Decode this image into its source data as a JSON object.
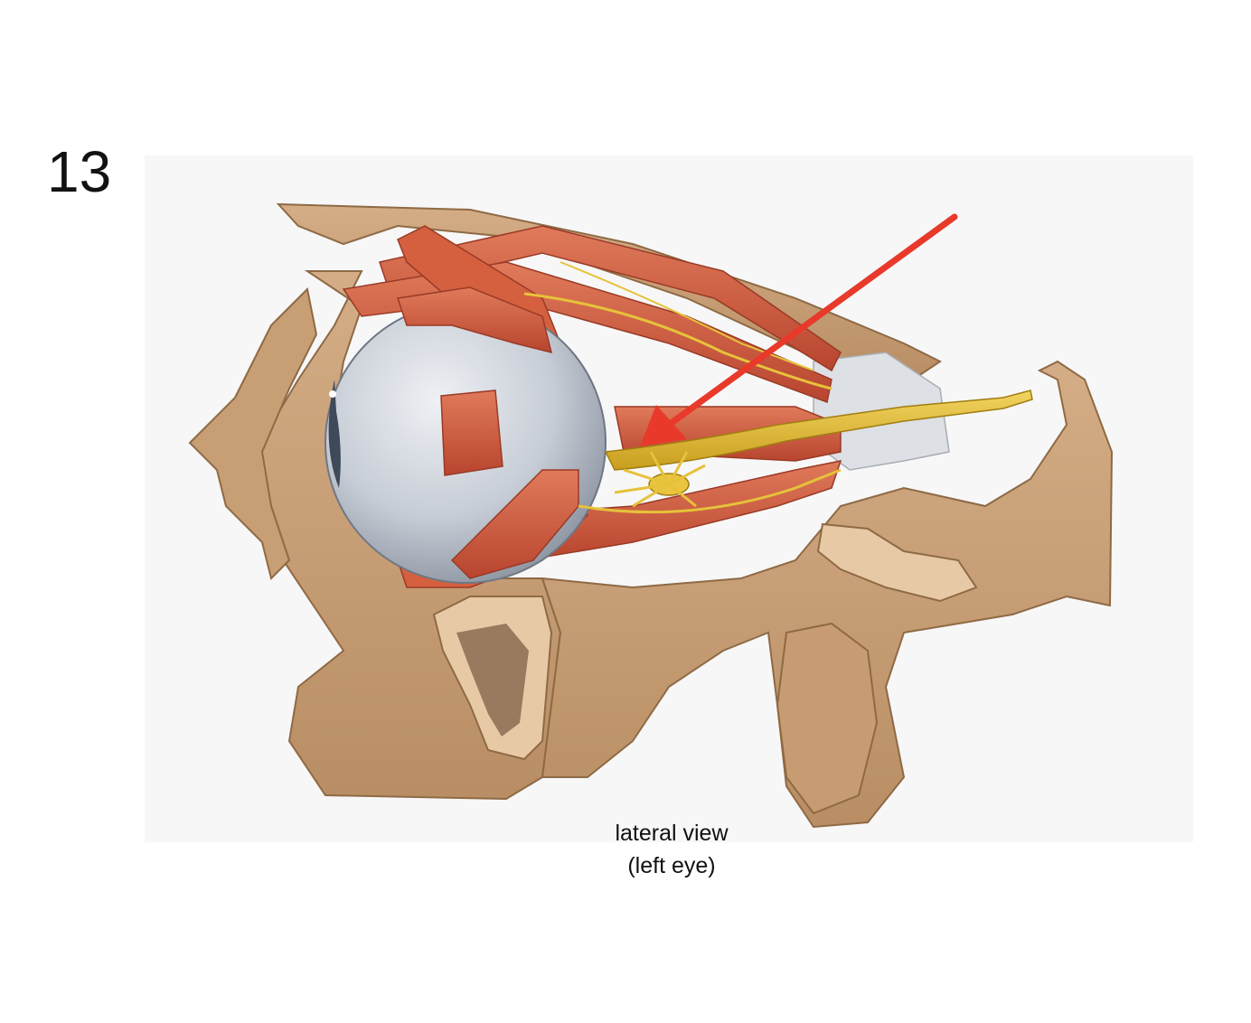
{
  "slide": {
    "number": "13"
  },
  "figure": {
    "caption_line1": "lateral view",
    "caption_line2": "(left eye)",
    "pointer_color": "#e8392b",
    "colors": {
      "bone": "#caa27b",
      "bone_shadow": "#a87e57",
      "muscle": "#d96a4c",
      "muscle_dark": "#b8452f",
      "nerve": "#e6c23a",
      "eyeball": "#c9ced6",
      "tendon": "#dde0e4",
      "panel": "#f7f7f7"
    }
  }
}
